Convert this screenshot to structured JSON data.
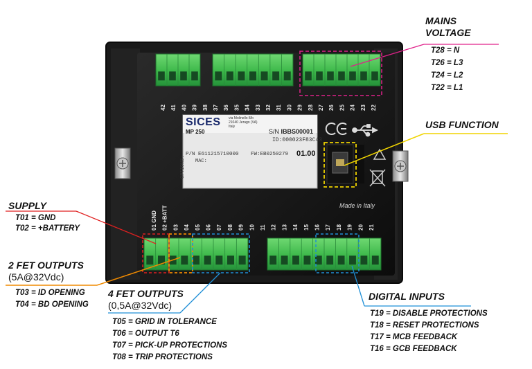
{
  "device": {
    "brand": "SICES",
    "brand_address": [
      "via Molinello 8/b",
      "21040 Jerago (VA)",
      "Italy"
    ],
    "model": "MP 250",
    "serial_label": "S/N",
    "serial": "IBBS00001",
    "id_line": "ID:000023F83C43",
    "pn_line": "P/N E611215710000",
    "fw_line": "FW:EB0250279",
    "version": "01.00",
    "mac_line": "MAC:",
    "options_label": "OPTIONS:",
    "made_in": "Made in Italy",
    "top_terminals": [
      "42",
      "41",
      "40",
      "39",
      "38",
      "37",
      "36",
      "35",
      "34",
      "33",
      "32",
      "31",
      "30",
      "29",
      "28",
      "27",
      "26",
      "25",
      "24",
      "23",
      "22"
    ],
    "bottom_terminals": [
      "01 GND",
      "02 +BATT",
      "03",
      "04",
      "05",
      "06",
      "07",
      "08",
      "09",
      "10",
      "11",
      "12",
      "13",
      "14",
      "15",
      "16",
      "17",
      "18",
      "19",
      "20",
      "21"
    ]
  },
  "callouts": {
    "mains": {
      "title_line1": "MAINS",
      "title_line2": "VOLTAGE",
      "items": [
        "T28 = N",
        "T26 = L3",
        "T24 = L2",
        "T22 = L1"
      ],
      "color": "#e0218a"
    },
    "usb": {
      "title": "USB FUNCTION",
      "color": "#f0d400"
    },
    "supply": {
      "title": "SUPPLY",
      "items": [
        "T01 = GND",
        "T02 = +BATTERY"
      ],
      "color": "#e02020"
    },
    "fet2": {
      "title_line1": "2 FET OUTPUTS",
      "title_line2": "(5A@32Vdc)",
      "items": [
        "T03 = ID OPENING",
        "T04 = BD OPENING"
      ],
      "color": "#f08a00"
    },
    "fet4": {
      "title_line1": "4 FET OUTPUTS",
      "title_line2": "(0,5A@32Vdc)",
      "items": [
        "T05 = GRID IN TOLERANCE",
        "T06 = OUTPUT T6",
        "T07 = PICK-UP PROTECTIONS",
        "T08 = TRIP PROTECTIONS"
      ],
      "color": "#1f8fd6"
    },
    "digital": {
      "title": "DIGITAL INPUTS",
      "items": [
        "T19 = DISABLE PROTECTIONS",
        "T18 = RESET PROTECTIONS",
        "T17 = MCB FEEDBACK",
        "T16 = GCB FEEDBACK"
      ],
      "color": "#1f8fd6"
    }
  }
}
